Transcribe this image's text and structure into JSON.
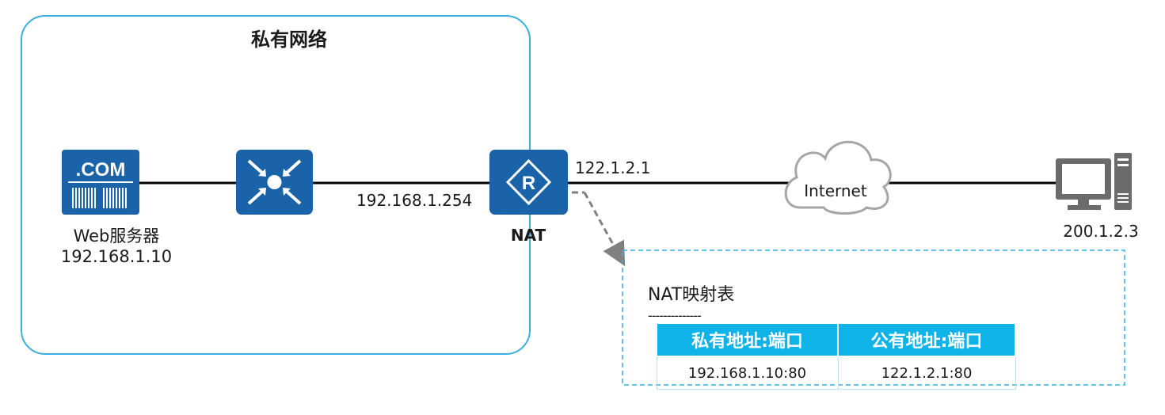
{
  "private_network": {
    "title": "私有网络"
  },
  "web_server": {
    "icon_text": ".COM",
    "name": "Web服务器",
    "ip": "192.168.1.10"
  },
  "switch": {
    "icon": "switch-icon"
  },
  "nat_router": {
    "icon_letter": "R",
    "label": "NAT",
    "lan_ip": "192.168.1.254",
    "wan_ip": "122.1.2.1"
  },
  "internet": {
    "label": "Internet"
  },
  "client": {
    "ip": "200.1.2.3"
  },
  "nat_table": {
    "title": "NAT映射表",
    "separator": "--------------",
    "headers": [
      "私有地址:端口",
      "公有地址:端口"
    ],
    "rows": [
      [
        "192.168.1.10:80",
        "122.1.2.1:80"
      ]
    ]
  },
  "colors": {
    "accent_blue": "#1a63a8",
    "border_cyan": "#3aaee0",
    "table_header": "#0fb3e8",
    "cloud_grey": "#a6a6a6"
  }
}
